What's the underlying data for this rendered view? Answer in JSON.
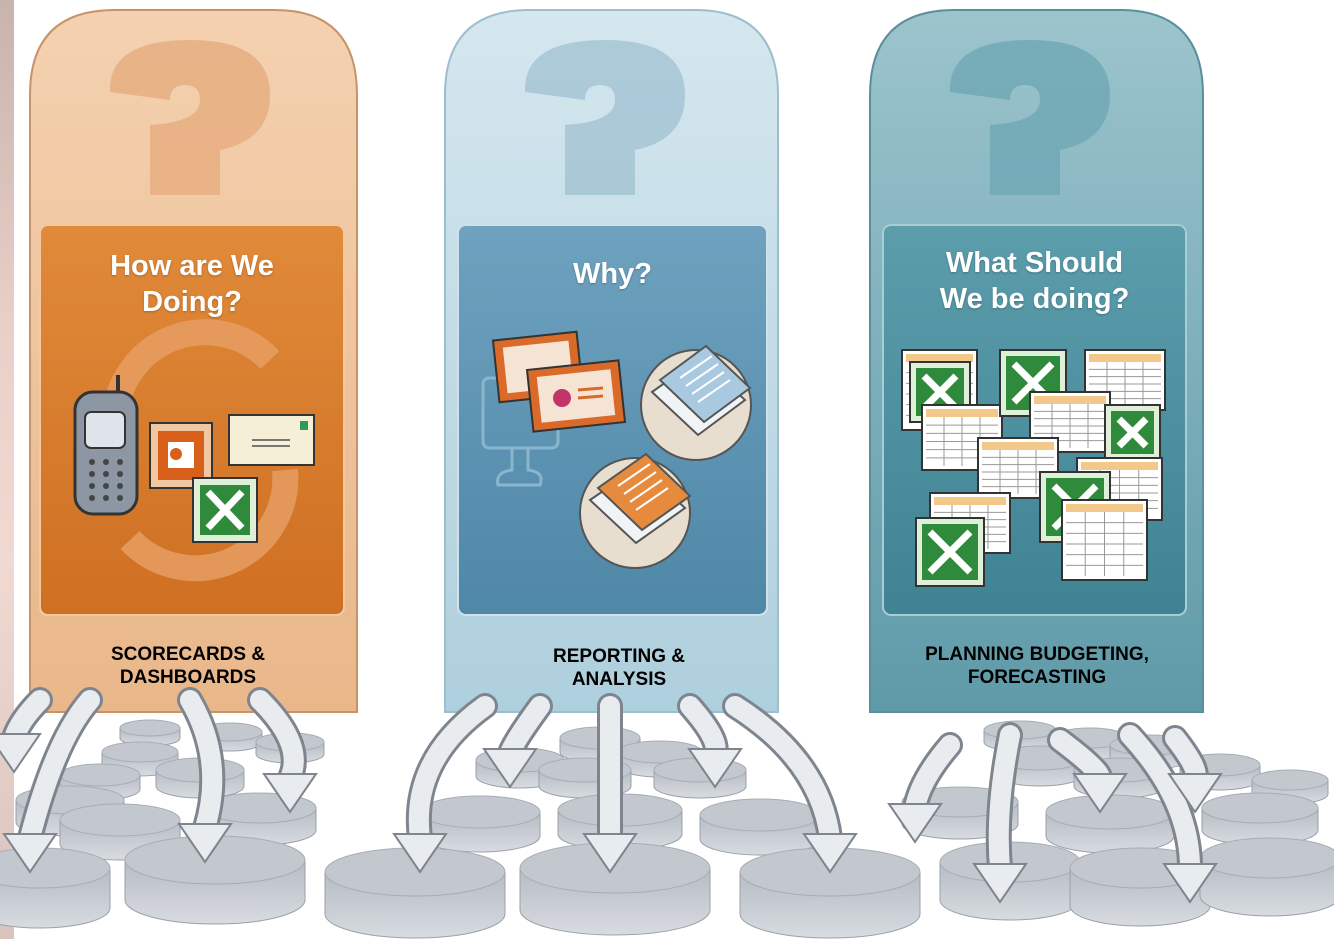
{
  "columns": [
    {
      "id": "scorecards",
      "title_line1": "How are We",
      "title_line2": "Doing?",
      "caption_line1": "SCORECARDS &",
      "caption_line2": "DASHBOARDS",
      "colors": {
        "outer": "#eebf94",
        "inner": "#d97c2b",
        "qmark": "#d9a37c"
      },
      "icons": [
        "mobile-phone-icon",
        "powerpoint-icon",
        "envelope-icon",
        "excel-icon",
        "refresh-cycle-icon"
      ]
    },
    {
      "id": "reporting",
      "title_line1": "Why?",
      "title_line2": "",
      "caption_line1": "REPORTING &",
      "caption_line2": "ANALYSIS",
      "colors": {
        "outer": "#c2dbe6",
        "inner": "#5b93b2",
        "qmark": "#a8c5d4"
      },
      "icons": [
        "computer-monitor-icon",
        "presentation-slide-icon",
        "document-stack-icon"
      ]
    },
    {
      "id": "planning",
      "title_line1": "What Should",
      "title_line2": "We be doing?",
      "caption_line1": "PLANNING BUDGETING,",
      "caption_line2": "FORECASTING",
      "colors": {
        "outer": "#7fb1bd",
        "inner": "#4a8e9e",
        "qmark": "#5e9aa8"
      },
      "icons": [
        "excel-icon",
        "spreadsheet-icon"
      ]
    }
  ],
  "data_sources": {
    "shape": "database-disk-icon",
    "arrow": "curved-arrow-icon",
    "color": "#c9cdd3"
  }
}
